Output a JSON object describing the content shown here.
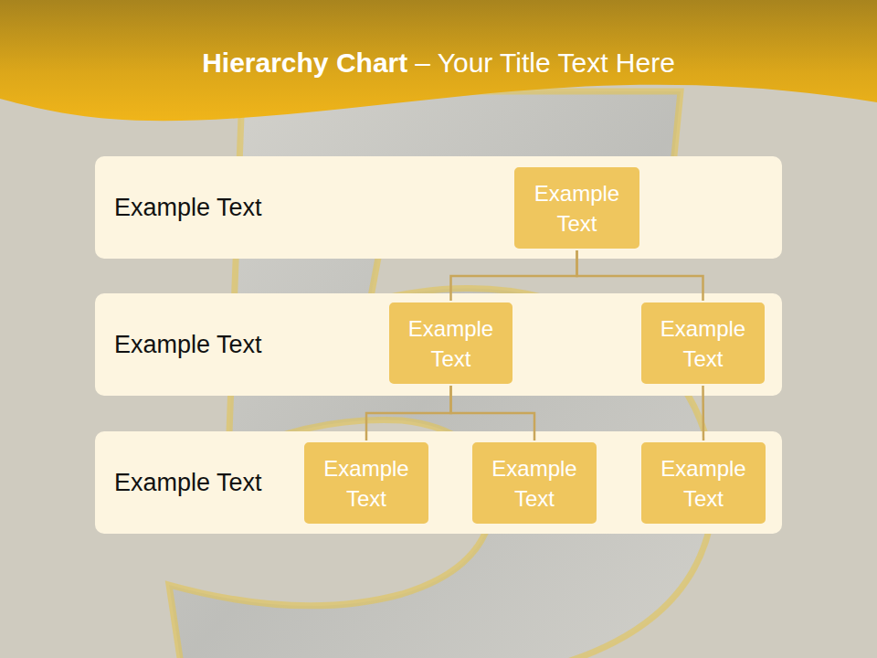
{
  "diagram": {
    "title": "Hierarchy Chart",
    "nodes": [
      {
        "text": [
          "Example Text"
        ]
      },
      {
        "text": [
          "Example Text"
        ],
        "in": 0
      },
      {
        "text": [
          "Example Text"
        ]
      },
      {
        "text": [
          "Example Text"
        ],
        "in": 2
      },
      {
        "text": [
          "Example Text"
        ],
        "in": 2
      },
      {
        "text": [
          "Example Text"
        ]
      },
      {
        "text": [
          "Example Text"
        ],
        "in": 5
      },
      {
        "text": [
          "Example Text"
        ],
        "in": 5
      },
      {
        "text": [
          "Example Text"
        ],
        "in": 5
      }
    ],
    "edges": [
      {
        "from": 1,
        "to": 3,
        "arrow": "none"
      },
      {
        "from": 1,
        "to": 4,
        "arrow": "none"
      },
      {
        "from": 3,
        "to": 6,
        "arrow": "none"
      },
      {
        "from": 3,
        "to": 7,
        "arrow": "none"
      },
      {
        "from": 4,
        "to": 8,
        "arrow": "none"
      }
    ],
    "labels": [
      "– Your Title Text Here"
    ]
  }
}
